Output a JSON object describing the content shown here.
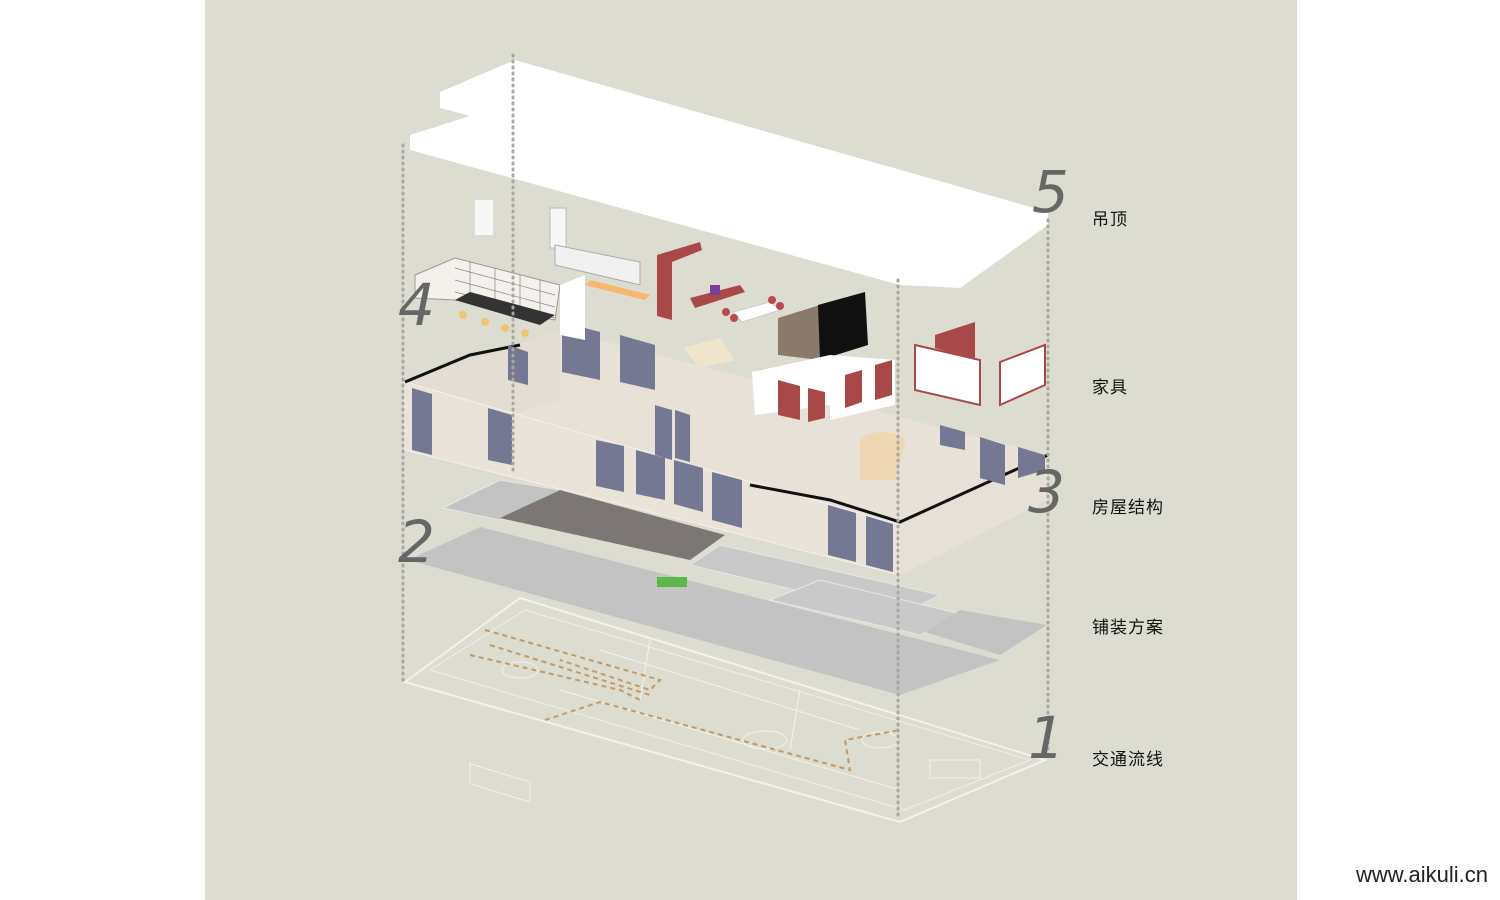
{
  "layers": [
    {
      "number": "5",
      "label": "吊顶"
    },
    {
      "number": "4",
      "label": "家具"
    },
    {
      "number": "3",
      "label": "房屋结构"
    },
    {
      "number": "2",
      "label": "铺装方案"
    },
    {
      "number": "1",
      "label": "交通流线"
    }
  ],
  "watermark": "www.aikuli.cn",
  "colors": {
    "background": "#dddcd0",
    "wall": "#e7e1d8",
    "window_panel": "#747892",
    "paving": "#c3c3c3",
    "paving_dark": "#7c7775",
    "accent_red": "#a84848",
    "route": "#c49a68"
  }
}
